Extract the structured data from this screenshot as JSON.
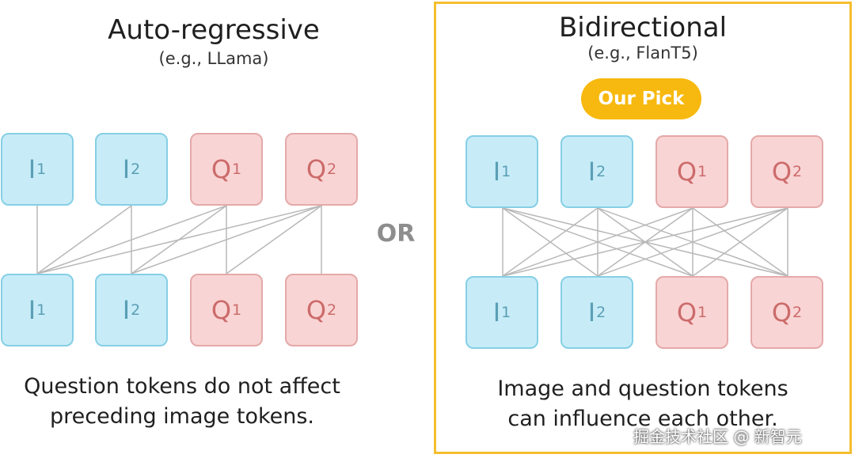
{
  "left": {
    "title": "Auto-regressive",
    "subtitle": "(e.g., LLama)",
    "top_tokens": [
      {
        "base": "I",
        "sub": "1",
        "kind": "img"
      },
      {
        "base": "I",
        "sub": "2",
        "kind": "img"
      },
      {
        "base": "Q",
        "sub": "1",
        "kind": "q"
      },
      {
        "base": "Q",
        "sub": "2",
        "kind": "q"
      }
    ],
    "bottom_tokens": [
      {
        "base": "I",
        "sub": "1",
        "kind": "img"
      },
      {
        "base": "I",
        "sub": "2",
        "kind": "img"
      },
      {
        "base": "Q",
        "sub": "1",
        "kind": "q"
      },
      {
        "base": "Q",
        "sub": "2",
        "kind": "q"
      }
    ],
    "caption_line1": "Question tokens do not affect",
    "caption_line2": "preceding image tokens."
  },
  "or_label": "OR",
  "right": {
    "title": "Bidirectional",
    "subtitle": "(e.g., FlanT5)",
    "badge": "Our Pick",
    "top_tokens": [
      {
        "base": "I",
        "sub": "1",
        "kind": "img"
      },
      {
        "base": "I",
        "sub": "2",
        "kind": "img"
      },
      {
        "base": "Q",
        "sub": "1",
        "kind": "q"
      },
      {
        "base": "Q",
        "sub": "2",
        "kind": "q"
      }
    ],
    "bottom_tokens": [
      {
        "base": "I",
        "sub": "1",
        "kind": "img"
      },
      {
        "base": "I",
        "sub": "2",
        "kind": "img"
      },
      {
        "base": "Q",
        "sub": "1",
        "kind": "q"
      },
      {
        "base": "Q",
        "sub": "2",
        "kind": "q"
      }
    ],
    "caption_line1": "Image and question tokens",
    "caption_line2": "can influence each other."
  },
  "watermark": "掘金技术社区 @ 新智元",
  "colors": {
    "image_token_fill": "#c7ecf8",
    "question_token_fill": "#f9d4d4",
    "highlight_border": "#f5be2e",
    "badge_fill": "#f7b90f",
    "connection_line": "#b8b8b8"
  }
}
